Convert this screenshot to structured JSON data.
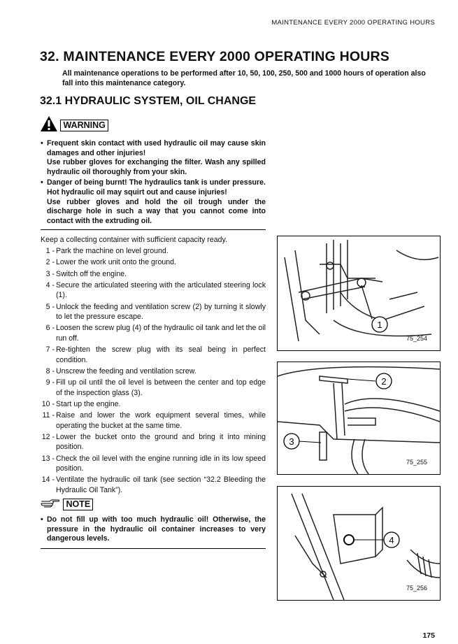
{
  "running_header": "MAINTENANCE EVERY 2000 OPERATING HOURS",
  "title": "32. MAINTENANCE EVERY 2000 OPERATING HOURS",
  "intro": "All maintenance operations to be performed after 10, 50, 100, 250, 500 and 1000 hours of operation also fall into this maintenance category.",
  "section_title": "32.1  HYDRAULIC SYSTEM, OIL CHANGE",
  "warning": {
    "label": "WARNING",
    "icon": "warning-triangle-icon",
    "bullets": [
      {
        "lines": [
          "Frequent skin contact with used hydraulic oil may cause skin damages and other injuries!",
          "Use rubber gloves for exchanging the filter. Wash any spilled hydraulic oil thoroughly from your skin."
        ]
      },
      {
        "lines": [
          "Danger of being burnt! The hydraulics tank is under pressure. Hot hydraulic oil may squirt out and cause injuries!",
          "Use rubber gloves and hold the oil trough under the discharge hole in such a way that you cannot come into contact with the extruding oil."
        ]
      }
    ]
  },
  "procedure": {
    "lead": "Keep a collecting container with sufficient capacity ready.",
    "steps": [
      {
        "num": "1 -",
        "text": "Park the machine on level ground."
      },
      {
        "num": "2 -",
        "text": "Lower the work unit onto the ground."
      },
      {
        "num": "3 -",
        "text": "Switch off the engine."
      },
      {
        "num": "4 -",
        "text": "Secure the articulated steering with the articulated steering lock (1)."
      },
      {
        "num": "5 -",
        "text": "Unlock the feeding and ventilation screw (2) by turning it slowly to let the pressure escape."
      },
      {
        "num": "6 -",
        "text": "Loosen the screw plug (4) of the hydraulic oil tank and let the oil run off."
      },
      {
        "num": "7 -",
        "text": "Re-tighten the screw plug with its seal being in perfect condition."
      },
      {
        "num": "8 -",
        "text": "Unscrew the feeding and ventilation screw."
      },
      {
        "num": "9 -",
        "text": "Fill up oil until the oil level is between the center and top edge of the inspection glass (3)."
      },
      {
        "num": "10 -",
        "text": "Start up the engine."
      },
      {
        "num": "11 -",
        "text": "Raise and lower the work equipment several times, while operating the bucket at the same time."
      },
      {
        "num": "12 -",
        "text": "Lower the bucket onto the ground and bring it into mining position."
      },
      {
        "num": "13 -",
        "text": "Check the oil level with the engine running idle in its low speed position."
      },
      {
        "num": "14 -",
        "text": "Ventilate the hydraulic oil tank (see section “32.2 Bleeding the Hydraulic Oil Tank”)."
      }
    ]
  },
  "note": {
    "label": "NOTE",
    "icon": "pointing-hand-icon",
    "bullets": [
      "Do not fill up with too much hydraulic oil! Otherwise, the pressure in the hydraulic oil container increases to very dangerous levels."
    ]
  },
  "figures": [
    {
      "label": "75_254",
      "callout": "1"
    },
    {
      "label": "75_255",
      "callouts": [
        "2",
        "3"
      ]
    },
    {
      "label": "75_256",
      "callout": "4"
    }
  ],
  "page_number": "175"
}
